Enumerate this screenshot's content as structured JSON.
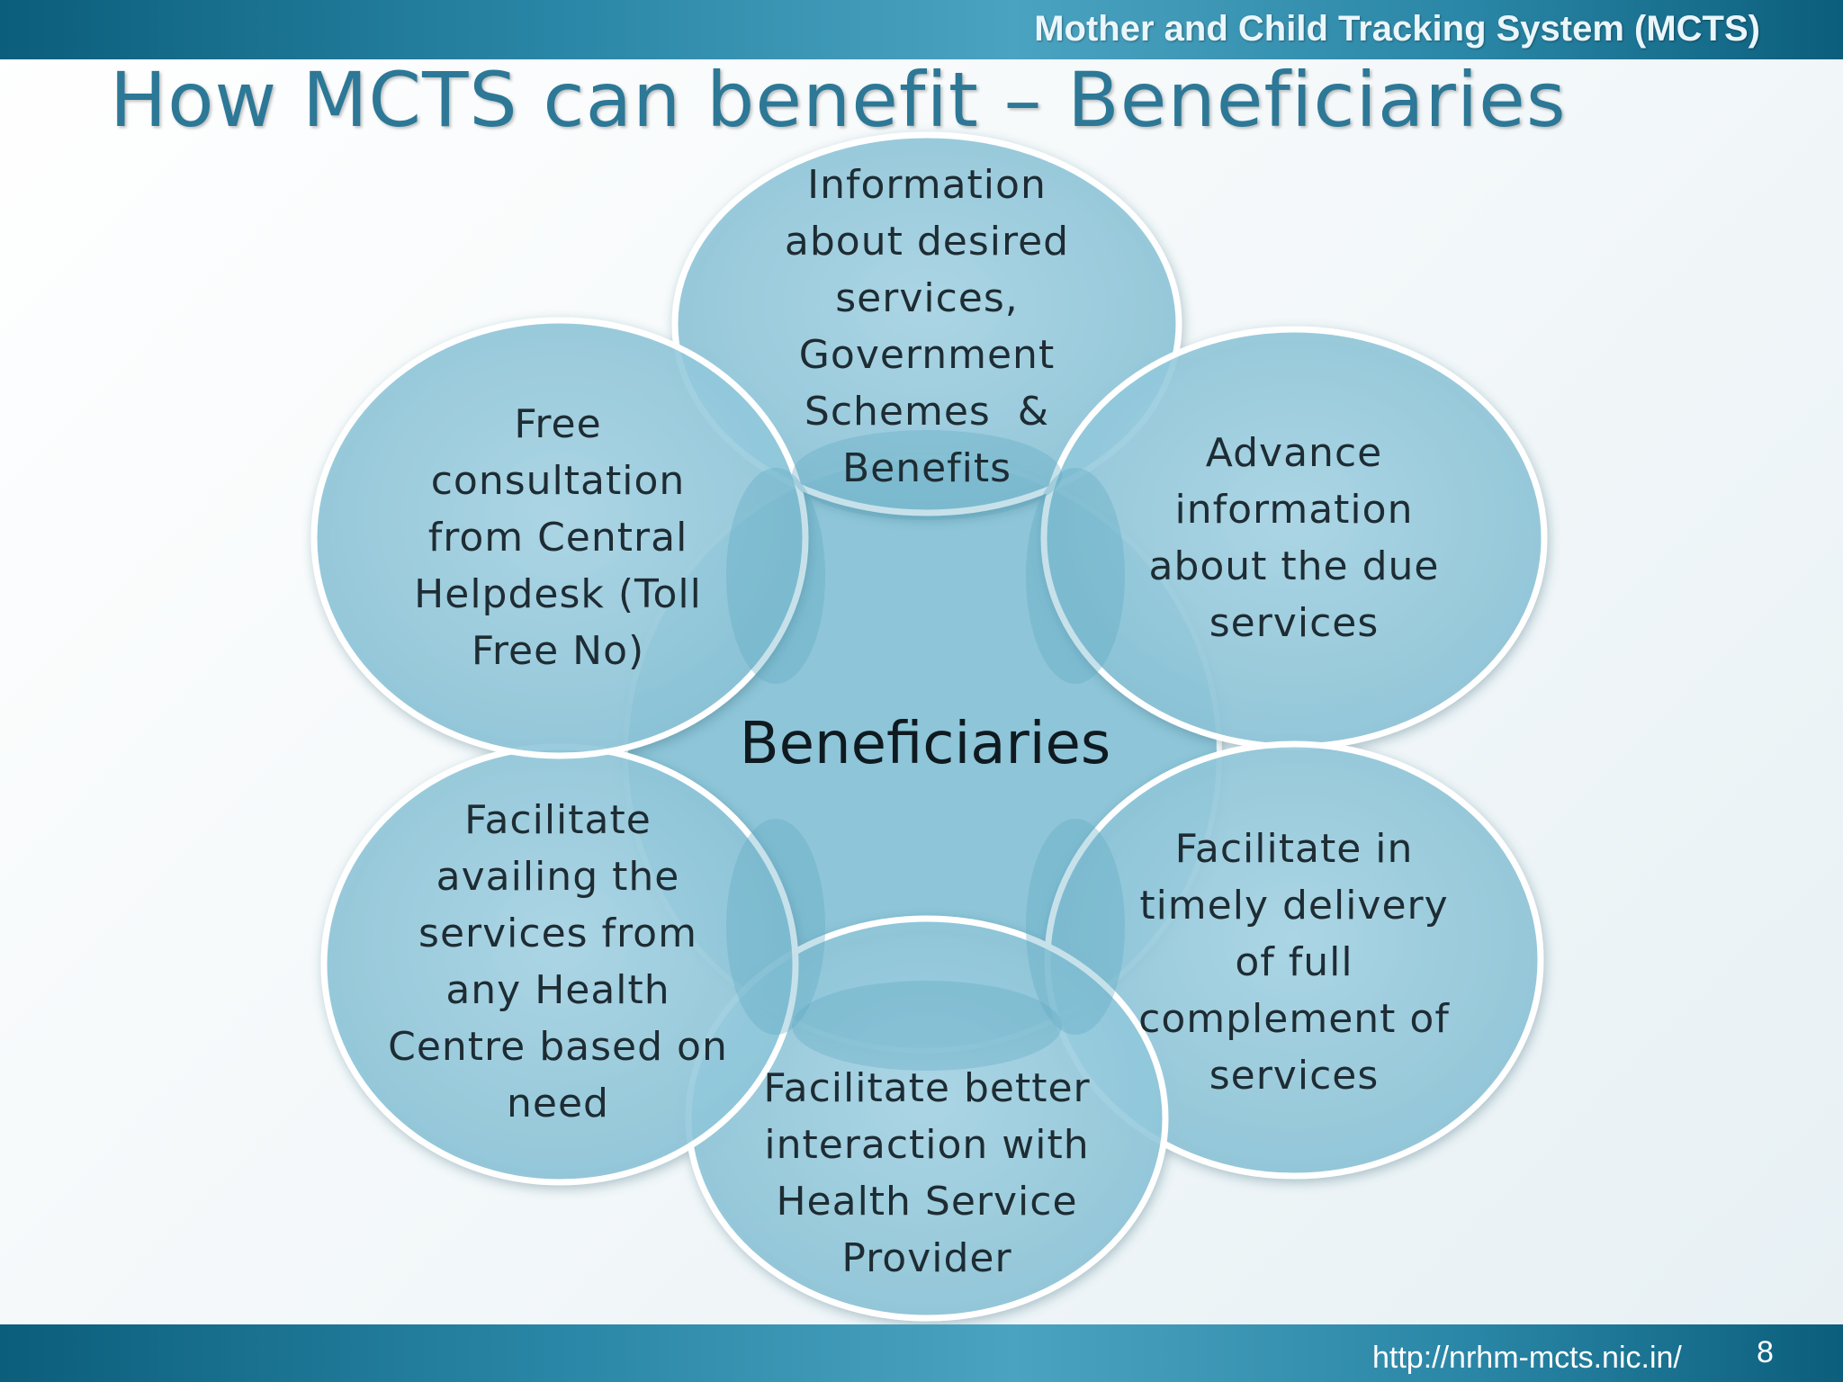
{
  "header": {
    "system_title": "Mother and Child Tracking System (MCTS)"
  },
  "slide": {
    "title": "How MCTS can benefit – Beneficiaries"
  },
  "diagram": {
    "center": "Beneficiaries",
    "nodes": [
      {
        "id": "top",
        "lines": [
          "Information",
          "about desired",
          "services,",
          "Government",
          "Schemes  &",
          "Benefits"
        ]
      },
      {
        "id": "upper-right",
        "lines": [
          "Advance",
          "information",
          "about the due",
          "services"
        ]
      },
      {
        "id": "lower-right",
        "lines": [
          "Facilitate in",
          "timely delivery",
          "of full",
          "complement of",
          "services"
        ]
      },
      {
        "id": "bottom",
        "lines": [
          "Facilitate better",
          "interaction with",
          "Health Service",
          "Provider"
        ]
      },
      {
        "id": "lower-left",
        "lines": [
          "Facilitate",
          "availing the",
          "services from",
          "any Health",
          "Centre based on",
          "need"
        ]
      },
      {
        "id": "upper-left",
        "lines": [
          "Free",
          "consultation",
          "from Central",
          "Helpdesk (Toll",
          "Free No)"
        ]
      }
    ],
    "colors": {
      "circle_fill": "#97cbdd",
      "overlap_fill": "#6fb3cb",
      "circle_stroke": "#ffffff"
    }
  },
  "footer": {
    "url": "http://nrhm-mcts.nic.in/",
    "page_number": "8"
  }
}
